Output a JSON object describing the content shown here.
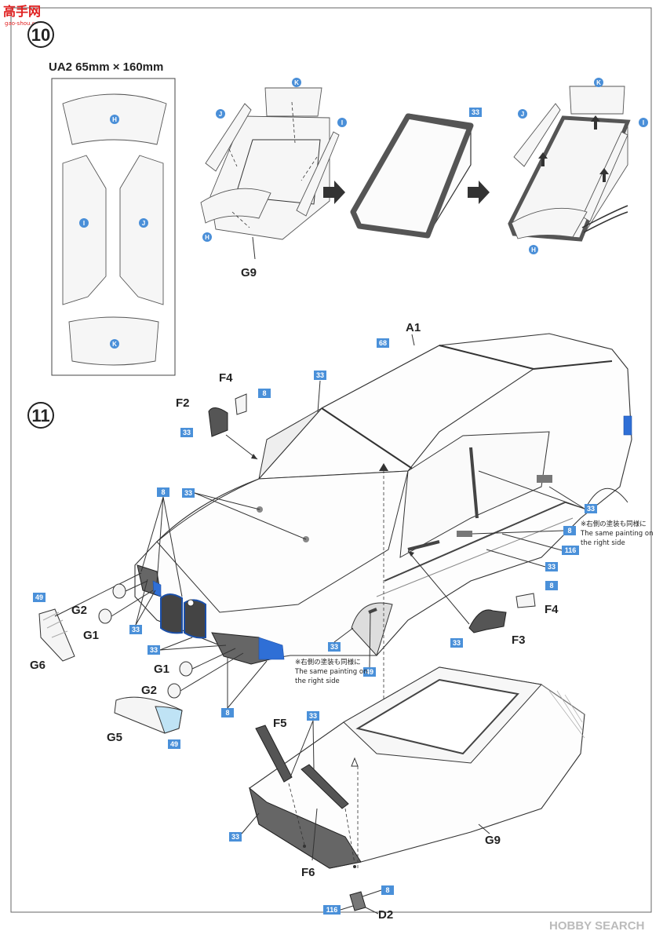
{
  "watermark": {
    "brand_top": "高手网",
    "brand_url": "gao-shou.com",
    "bottom": "HOBBY SEARCH"
  },
  "colors": {
    "paint_badge": "#4a90d9",
    "mask_circle": "#4a8fd8",
    "ink": "#222222"
  },
  "step10": {
    "number": "10",
    "mask_sheet": {
      "title": "UA2  65mm × 160mm",
      "masks": [
        "H",
        "I",
        "J",
        "K"
      ]
    },
    "labels": {
      "g9": "G9"
    },
    "paint": {
      "frame": "33"
    }
  },
  "step11": {
    "number": "11",
    "labels": {
      "a1": "A1",
      "f4_top": "F4",
      "f2": "F2",
      "g2_top": "G2",
      "g1_top": "G1",
      "g6": "G6",
      "g1_bot": "G1",
      "g2_bot": "G2",
      "g5": "G5",
      "f4_right": "F4",
      "f3": "F3",
      "f5": "F5",
      "f6": "F6",
      "g9": "G9",
      "d2": "D2"
    },
    "paint": {
      "roof": "68",
      "pillar": "33",
      "f4_top": "8",
      "f2": "33",
      "hood": "33",
      "grille_top": "8",
      "g6": "49",
      "left_lights": "33",
      "grille_bottom": "33",
      "lower_light": "8",
      "g5": "49",
      "side_trim": "33",
      "side_8": "8",
      "side_116": "116",
      "side_33b": "33",
      "f4_right": "8",
      "f3": "33",
      "wheel_arch": "33",
      "fender_49": "49",
      "g9_pillar": "33",
      "g9_sill": "33",
      "d2_8": "8",
      "d2_116": "116"
    },
    "notes": {
      "right_jp": "※右側の塗装も同様に",
      "right_en1": "The same painting on",
      "right_en2": "the right side",
      "left_jp": "※右側の塗装も同様に",
      "left_en1": "The same painting on",
      "left_en2": "the right side"
    }
  }
}
